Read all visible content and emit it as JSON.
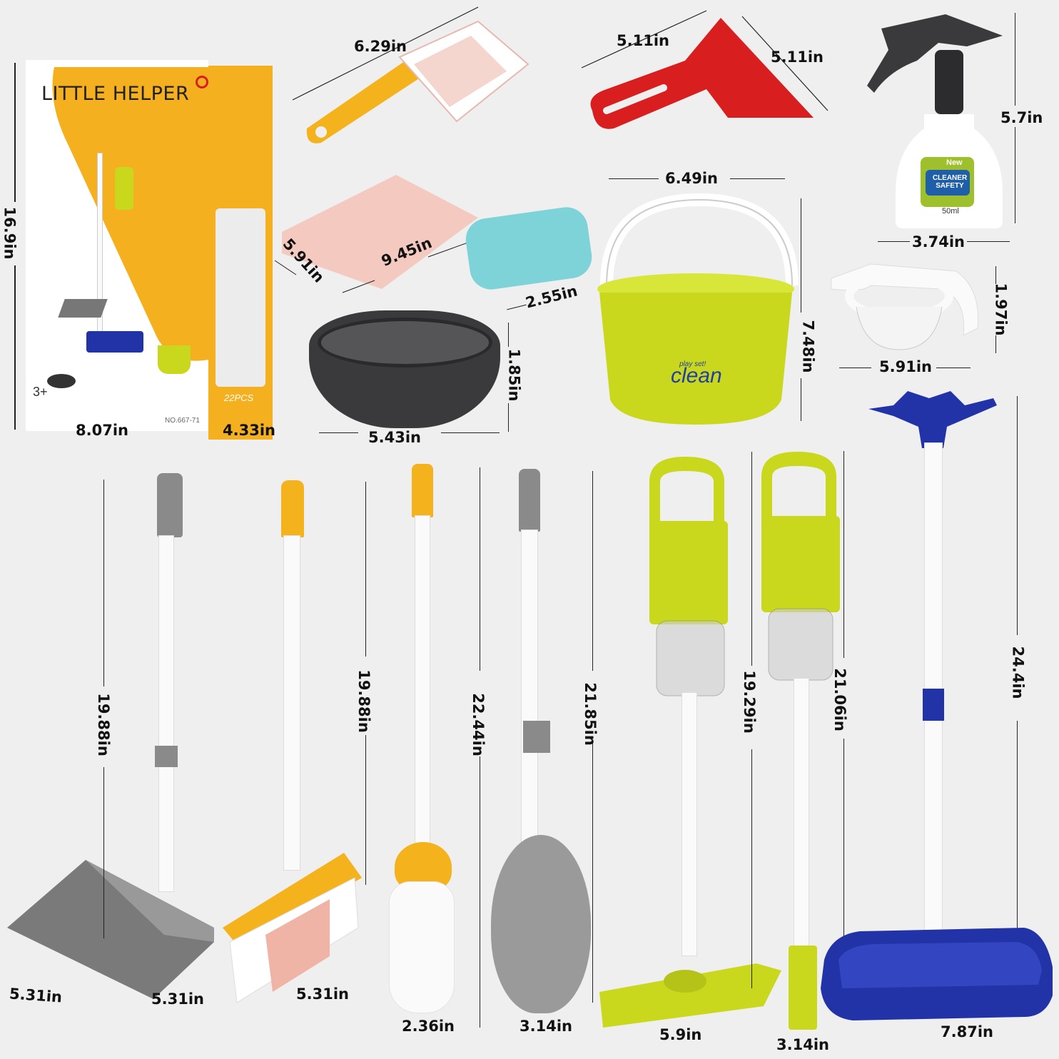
{
  "image": {
    "description": "Children's toy cleaning play set product photo with dimension annotations",
    "background_color": "#efefef"
  },
  "package": {
    "title": "LITTLE HELPER",
    "age": "3+",
    "model_number": "NO.667-71",
    "piece_count": "22PCS",
    "height": "16.9in",
    "width": "8.07in",
    "depth": "4.33in",
    "colors": {
      "primary": "#f5b020",
      "front": "#ffffff"
    }
  },
  "items": {
    "hand_brush": {
      "name": "Hand brush",
      "length": "6.29in",
      "color": "#f4b21c"
    },
    "scraper": {
      "name": "Red scraper",
      "width": "5.11in",
      "height": "5.11in",
      "color": "#d81e1e"
    },
    "spray_bottle": {
      "name": "Spray bottle",
      "label_top": "New",
      "label_main": "CLEANER SAFETY",
      "volume": "50ml",
      "height": "5.7in",
      "width": "3.74in"
    },
    "cloth": {
      "name": "Pink cleaning cloth",
      "width": "9.45in",
      "depth": "5.91in",
      "color": "#f4c9bf"
    },
    "soap": {
      "name": "Soap bar",
      "width": "2.55in",
      "color": "#7dd3d8"
    },
    "basin": {
      "name": "Black basin",
      "width": "5.43in",
      "height": "1.85in",
      "color": "#3a3a3c"
    },
    "bucket": {
      "name": "Bucket",
      "brand_small": "play set!",
      "brand": "clean",
      "width": "6.49in",
      "height": "7.48in",
      "color": "#c9d81c"
    },
    "wringer": {
      "name": "Mop wringer basket",
      "width": "5.91in",
      "height": "1.97in"
    },
    "dustpan": {
      "name": "Dustpan",
      "height": "19.88in",
      "width": "5.31in",
      "depth": "5.31in",
      "color": "#7a7a7a"
    },
    "broom": {
      "name": "Broom",
      "height": "19.88in",
      "width": "5.31in",
      "color": "#f4b21c"
    },
    "mop": {
      "name": "String mop",
      "height": "22.44in",
      "width": "2.36in"
    },
    "duster": {
      "name": "Microfiber duster",
      "height": "21.85in",
      "width": "3.14in"
    },
    "vacuum_1": {
      "name": "Stick vacuum with floor head",
      "height": "19.29in",
      "width": "5.9in",
      "color": "#c9d81c"
    },
    "vacuum_2": {
      "name": "Stick vacuum with crevice tool",
      "height": "21.06in",
      "width": "3.14in",
      "color": "#c9d81c"
    },
    "stand": {
      "name": "Storage stand",
      "height": "24.4in",
      "width": "7.87in",
      "color": "#2233a8"
    }
  }
}
